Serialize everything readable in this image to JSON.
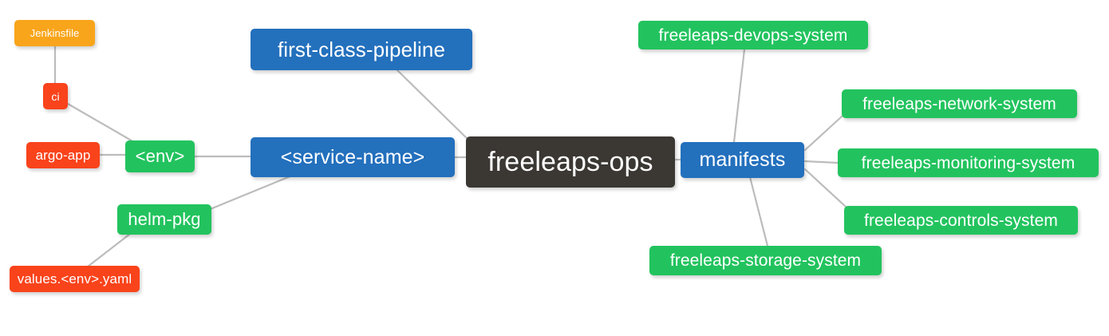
{
  "diagram": {
    "type": "mindmap",
    "title": "freeleaps-ops",
    "background": "#ffffff",
    "edge_color": "#bcbcbc",
    "palette": {
      "root": "#3b3733",
      "blue": "#2370bd",
      "green": "#22c35e",
      "orange": "#f9a51b",
      "red": "#f9431b",
      "text": "#ffffff"
    }
  },
  "nodes": {
    "root": {
      "label": "freeleaps-ops",
      "color": "root"
    },
    "service_name": {
      "label": "<service-name>",
      "color": "blue"
    },
    "first_class_pipeline": {
      "label": "first-class-pipeline",
      "color": "blue"
    },
    "manifests": {
      "label": "manifests",
      "color": "blue"
    },
    "env": {
      "label": "<env>",
      "color": "green"
    },
    "helm_pkg": {
      "label": "helm-pkg",
      "color": "green"
    },
    "ci": {
      "label": "ci",
      "color": "red"
    },
    "argo_app": {
      "label": "argo-app",
      "color": "red"
    },
    "values_yaml": {
      "label": "values.<env>.yaml",
      "color": "red"
    },
    "jenkinsfile": {
      "label": "Jenkinsfile",
      "color": "orange"
    },
    "devops_system": {
      "label": "freeleaps-devops-system",
      "color": "green"
    },
    "network_system": {
      "label": "freeleaps-network-system",
      "color": "green"
    },
    "monitoring_system": {
      "label": "freeleaps-monitoring-system",
      "color": "green"
    },
    "controls_system": {
      "label": "freeleaps-controls-system",
      "color": "green"
    },
    "storage_system": {
      "label": "freeleaps-storage-system",
      "color": "green"
    }
  },
  "edges": [
    {
      "from": "root",
      "to": "service_name"
    },
    {
      "from": "root",
      "to": "first_class_pipeline"
    },
    {
      "from": "root",
      "to": "manifests"
    },
    {
      "from": "service_name",
      "to": "env"
    },
    {
      "from": "service_name",
      "to": "helm_pkg"
    },
    {
      "from": "env",
      "to": "ci"
    },
    {
      "from": "env",
      "to": "argo_app"
    },
    {
      "from": "ci",
      "to": "jenkinsfile"
    },
    {
      "from": "helm_pkg",
      "to": "values_yaml"
    },
    {
      "from": "manifests",
      "to": "devops_system"
    },
    {
      "from": "manifests",
      "to": "network_system"
    },
    {
      "from": "manifests",
      "to": "monitoring_system"
    },
    {
      "from": "manifests",
      "to": "controls_system"
    },
    {
      "from": "manifests",
      "to": "storage_system"
    }
  ]
}
